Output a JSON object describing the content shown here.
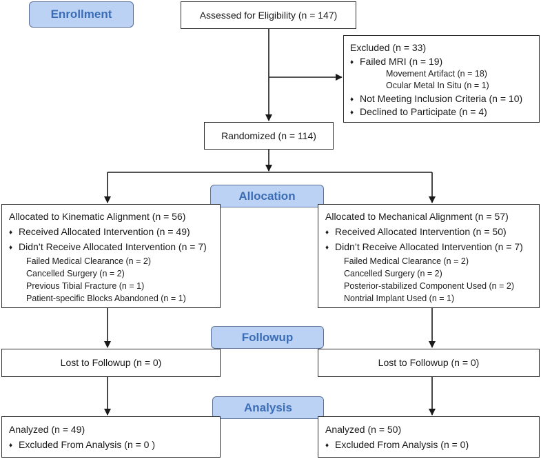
{
  "stages": {
    "enrollment": "Enrollment",
    "allocation": "Allocation",
    "followup": "Followup",
    "analysis": "Analysis"
  },
  "assessed": "Assessed for Eligibility (n = 147)",
  "excluded": {
    "title": "Excluded  (n = 33)",
    "items": [
      {
        "label": "Failed MRI (n = 19)",
        "subitems": [
          "Movement Artifact (n = 18)",
          "Ocular Metal In Situ (n = 1)"
        ]
      },
      {
        "label": "Not Meeting Inclusion Criteria (n = 10)"
      },
      {
        "label": "Declined to Participate (n = 4)"
      }
    ]
  },
  "randomized": "Randomized (n = 114)",
  "bullet": "♦",
  "arms": [
    {
      "allocated": "Allocated to Kinematic Alignment (n = 56)",
      "received": "Received Allocated Intervention (n = 49)",
      "not_received": "Didn’t Receive Allocated Intervention (n = 7)",
      "reasons": [
        "Failed Medical Clearance (n = 2)",
        "Cancelled Surgery (n = 2)",
        "Previous Tibial Fracture (n = 1)",
        "Patient-specific Blocks Abandoned (n = 1)"
      ],
      "followup": "Lost to Followup (n = 0)",
      "analyzed": "Analyzed  (n = 49)",
      "excluded_analysis": "Excluded From Analysis (n = 0 )"
    },
    {
      "allocated": "Allocated to Mechanical Alignment (n = 57)",
      "received": "Received Allocated Intervention (n = 50)",
      "not_received": "Didn’t Receive Allocated Intervention (n = 7)",
      "reasons": [
        "Failed Medical Clearance (n = 2)",
        "Cancelled Surgery (n = 2)",
        "Posterior-stabilized Component Used (n = 2)",
        "Nontrial Implant Used (n = 1)"
      ],
      "followup": "Lost to Followup (n = 0)",
      "analyzed": "Analyzed  (n = 50)",
      "excluded_analysis": "Excluded From Analysis (n = 0)"
    }
  ]
}
